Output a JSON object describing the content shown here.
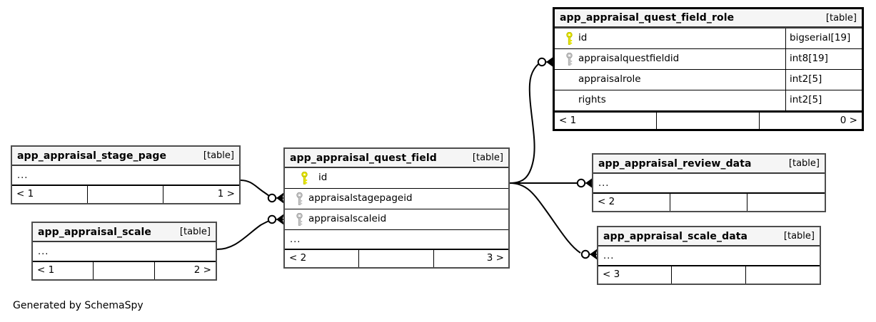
{
  "diagram": {
    "type": "database-schema-erd",
    "caption": "Generated by SchemaSpy",
    "table_tag": "[table]",
    "ellipsis": "..."
  },
  "tables": {
    "quest_field_role": {
      "name": "app_appraisal_quest_field_role",
      "tag": "[table]",
      "is_root": true,
      "columns": [
        {
          "key": "primary",
          "name": "id",
          "type": "bigserial[19]"
        },
        {
          "key": "foreign",
          "name": "appraisalquestfieldid",
          "type": "int8[19]"
        },
        {
          "key": "none",
          "name": "appraisalrole",
          "type": "int2[5]"
        },
        {
          "key": "none",
          "name": "rights",
          "type": "int2[5]"
        }
      ],
      "footer": {
        "left": "< 1",
        "middle": "",
        "right": "0 >"
      }
    },
    "quest_field": {
      "name": "app_appraisal_quest_field",
      "tag": "[table]",
      "is_root": false,
      "columns": [
        {
          "key": "primary",
          "name": "id",
          "type": ""
        },
        {
          "key": "foreign",
          "name": "appraisalstagepageid",
          "type": ""
        },
        {
          "key": "foreign",
          "name": "appraisalscaleid",
          "type": ""
        }
      ],
      "ellipsis": "...",
      "footer": {
        "left": "< 2",
        "middle": "",
        "right": "3 >"
      }
    },
    "stage_page": {
      "name": "app_appraisal_stage_page",
      "tag": "[table]",
      "is_root": false,
      "ellipsis": "...",
      "footer": {
        "left": "< 1",
        "middle": "",
        "right": "1 >"
      }
    },
    "scale": {
      "name": "app_appraisal_scale",
      "tag": "[table]",
      "is_root": false,
      "ellipsis": "...",
      "footer": {
        "left": "< 1",
        "middle": "",
        "right": "2 >"
      }
    },
    "review_data": {
      "name": "app_appraisal_review_data",
      "tag": "[table]",
      "is_root": false,
      "ellipsis": "...",
      "footer": {
        "left": "< 2",
        "middle": "",
        "right": ""
      }
    },
    "scale_data": {
      "name": "app_appraisal_scale_data",
      "tag": "[table]",
      "is_root": false,
      "ellipsis": "...",
      "footer": {
        "left": "< 3",
        "middle": "",
        "right": ""
      }
    }
  },
  "colors": {
    "primary_key": "#e8e800",
    "foreign_key": "#bfbfbf",
    "header_bg": "#f5f5f5",
    "border": "#4d4d4d",
    "root_border": "#000000",
    "line": "#000000",
    "background": "#ffffff"
  },
  "relationships": [
    {
      "from": "stage_page",
      "to": "quest_field",
      "icon": "crowsfoot-zero-many"
    },
    {
      "from": "scale",
      "to": "quest_field",
      "icon": "crowsfoot-zero-many"
    },
    {
      "from": "quest_field",
      "to": "quest_field_role",
      "icon": "crowsfoot-zero-many"
    },
    {
      "from": "quest_field",
      "to": "review_data",
      "icon": "crowsfoot-zero-many"
    },
    {
      "from": "quest_field",
      "to": "scale_data",
      "icon": "crowsfoot-zero-many"
    }
  ]
}
